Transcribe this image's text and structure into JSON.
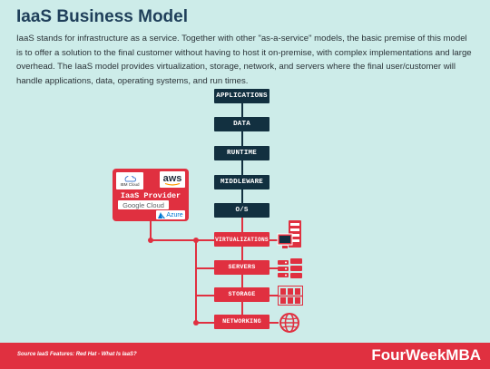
{
  "title": "IaaS Business Model",
  "description": "IaaS stands for infrastructure as a service. Together with other \"as-a-service\" models, the basic premise of this model is to offer a solution to the final customer without having to host it on-premise, with complex implementations and large overhead. The IaaS model provides virtualization, storage, network, and servers where the final user/customer will handle applications, data, operating systems, and run times.",
  "stack": {
    "applications": "APPLICATIONS",
    "data": "DATA",
    "runtime": "RUNTIME",
    "middleware": "MIDDLEWARE",
    "os": "O/S",
    "virtualizations": "VIRTUALIZATIONS",
    "servers": "SERVERS",
    "storage": "STORAGE",
    "networking": "NETWORKING"
  },
  "provider": {
    "label": "IaaS Provider",
    "logos": {
      "ibm": "IBM Cloud",
      "aws": "aws",
      "google": "Google Cloud",
      "azure": "Azure"
    }
  },
  "icons": {
    "virtualizations": "server-rack-computer-icon",
    "servers": "database-servers-icon",
    "storage": "storage-shelf-icon",
    "networking": "globe-network-icon"
  },
  "colors": {
    "background": "#cdece9",
    "dark": "#123040",
    "red": "#e03040",
    "title": "#1f3f5a"
  },
  "footer": {
    "source": "Source IaaS Features: Red Hat - What Is IaaS?",
    "brand": "FourWeekMBA"
  }
}
